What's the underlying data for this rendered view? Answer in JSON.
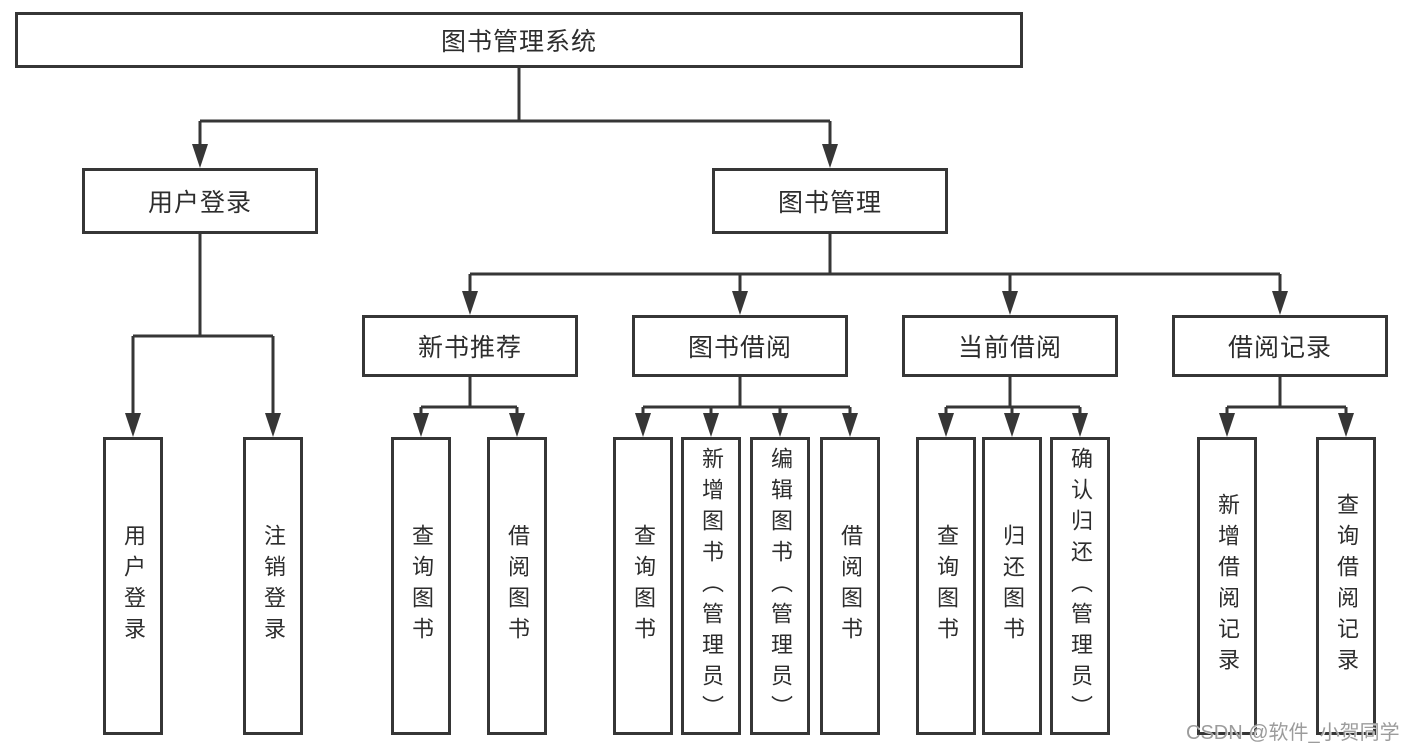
{
  "diagram": {
    "tree": {
      "root": {
        "label": "图书管理系统"
      },
      "level2": [
        {
          "label": "用户登录",
          "leaves": [
            {
              "label": "用户登录"
            },
            {
              "label": "注销登录"
            }
          ]
        },
        {
          "label": "图书管理",
          "sections": [
            {
              "label": "新书推荐",
              "leaves": [
                {
                  "label": "查询图书"
                },
                {
                  "label": "借阅图书"
                }
              ]
            },
            {
              "label": "图书借阅",
              "leaves": [
                {
                  "label": "查询图书"
                },
                {
                  "label": "新增图书（管理员）"
                },
                {
                  "label": "编辑图书（管理员）"
                },
                {
                  "label": "借阅图书"
                }
              ]
            },
            {
              "label": "当前借阅",
              "leaves": [
                {
                  "label": "查询图书"
                },
                {
                  "label": "归还图书"
                },
                {
                  "label": "确认归还（管理员）"
                }
              ]
            },
            {
              "label": "借阅记录",
              "leaves": [
                {
                  "label": "新增借阅记录"
                },
                {
                  "label": "查询借阅记录"
                }
              ]
            }
          ]
        }
      ]
    },
    "watermark": "CSDN @软件_小贺同学",
    "colors": {
      "line": "#363636",
      "text": "#2d2d2d",
      "watermark": "#9c9c9c",
      "background": "#ffffff"
    }
  }
}
